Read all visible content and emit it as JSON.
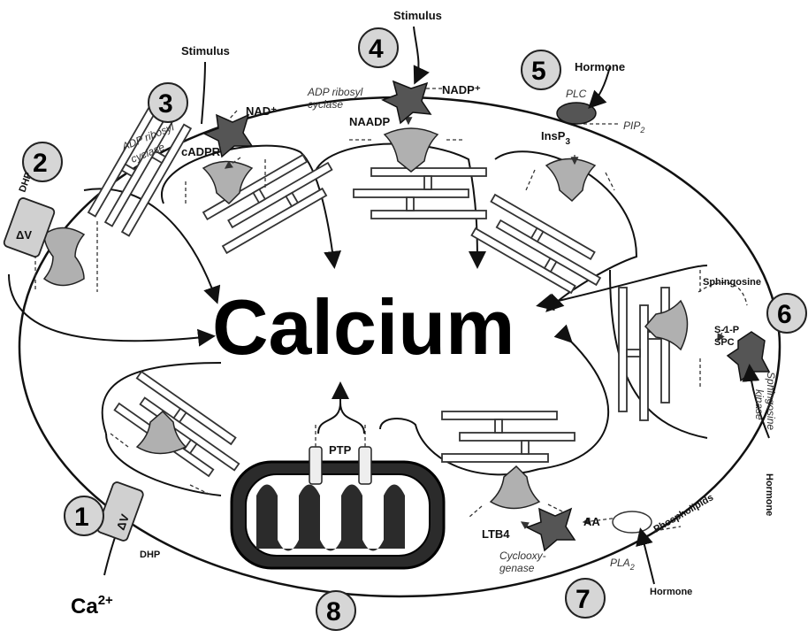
{
  "center_label": "Calcium",
  "calcium_ion": {
    "base": "Ca",
    "superscript": "2+"
  },
  "numbers": [
    "1",
    "2",
    "3",
    "4",
    "5",
    "6",
    "7",
    "8"
  ],
  "labels": {
    "stimulus_3": "Stimulus",
    "stimulus_4": "Stimulus",
    "hormone_5": "Hormone",
    "hormone_6": "Hormone",
    "hormone_7": "Hormone",
    "nad": "NAD⁺",
    "nadp": "NADP⁺",
    "naadp": "NAADP",
    "cadpr": "cADPR",
    "insp3": "InsP",
    "insp3_sub": "3",
    "plc": "PLC",
    "pip2": "PIP",
    "pip2_sub": "2",
    "adp_ribosyl_3a": "ADP ribosyl",
    "adp_ribosyl_3b": "cyclase",
    "adp_ribosyl_4a": "ADP ribosyl",
    "adp_ribosyl_4b": "cyclase",
    "dhp_top": "DHP",
    "dhp_bottom": "DHP",
    "delta_v": "ΔV",
    "sphingosine": "Sphingosine",
    "s1p": "S-1-P",
    "spc": "SPC",
    "sphingosine_kinase_a": "Sphingosine",
    "sphingosine_kinase_b": "kinase",
    "ptp": "PTP",
    "ltb4": "LTB4",
    "aa": "AA",
    "phospholipids": "Phospholipids",
    "pla2": "PLA",
    "pla2_sub": "2",
    "cyclooxygenase_a": "Cyclooxy-",
    "cyclooxygenase_b": "genase"
  }
}
